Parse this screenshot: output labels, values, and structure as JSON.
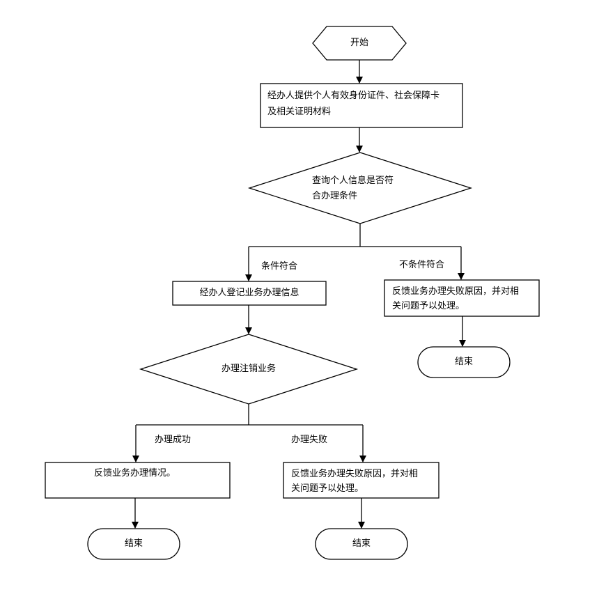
{
  "nodes": {
    "start": "开始",
    "step1_line1": "经办人提供个人有效身份证件、社会保障卡",
    "step1_line2": "及相关证明材料",
    "decision1_line1": "查询个人信息是否符",
    "decision1_line2": "合办理条件",
    "register": "经办人登记业务办理信息",
    "fail1_line1": "反馈业务办理失败原因，并对相",
    "fail1_line2": "关问题予以处理。",
    "end_right": "结束",
    "decision2": "办理注销业务",
    "success_feedback": "反馈业务办理情况。",
    "fail2_line1": "反馈业务办理失败原因，并对相",
    "fail2_line2": "关问题予以处理。",
    "end_left": "结束",
    "end_middle": "结束"
  },
  "edges": {
    "meets": "条件符合",
    "not_meets": "不条件符合",
    "success": "办理成功",
    "failure": "办理失败"
  }
}
